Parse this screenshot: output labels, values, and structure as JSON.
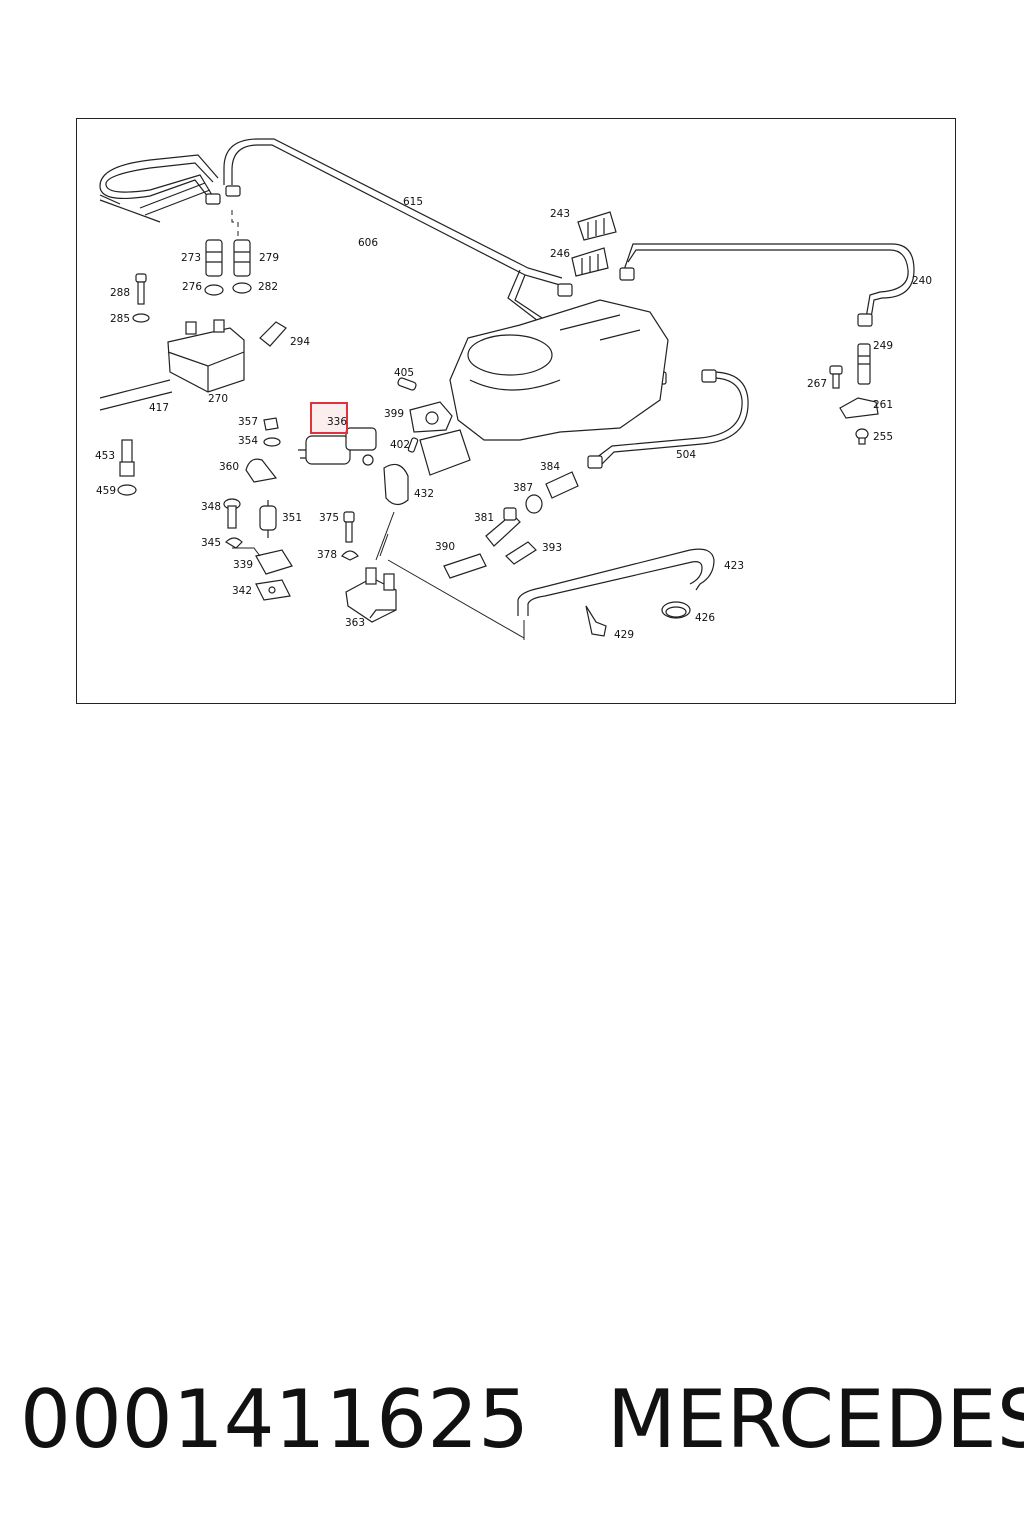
{
  "diagram": {
    "highlight_label": "336",
    "highlight_color": "#e0323c",
    "labels": {
      "l615": "615",
      "l606": "606",
      "l243": "243",
      "l246": "246",
      "l240": "240",
      "l273": "273",
      "l279": "279",
      "l276": "276",
      "l282": "282",
      "l288": "288",
      "l285": "285",
      "l294": "294",
      "l270": "270",
      "l417": "417",
      "l405": "405",
      "l399": "399",
      "l402": "402",
      "l357": "357",
      "l354": "354",
      "l360": "360",
      "l453": "453",
      "l459": "459",
      "l348": "348",
      "l351": "351",
      "l345": "345",
      "l339": "339",
      "l342": "342",
      "l375": "375",
      "l378": "378",
      "l363": "363",
      "l432": "432",
      "l384": "384",
      "l387": "387",
      "l381": "381",
      "l390": "390",
      "l393": "393",
      "l504": "504",
      "l249": "249",
      "l267": "267",
      "l261": "261",
      "l255": "255",
      "l423": "423",
      "l426": "426",
      "l429": "429"
    }
  },
  "footer": {
    "part_number": "0001411625",
    "brand": "MERCEDES"
  }
}
